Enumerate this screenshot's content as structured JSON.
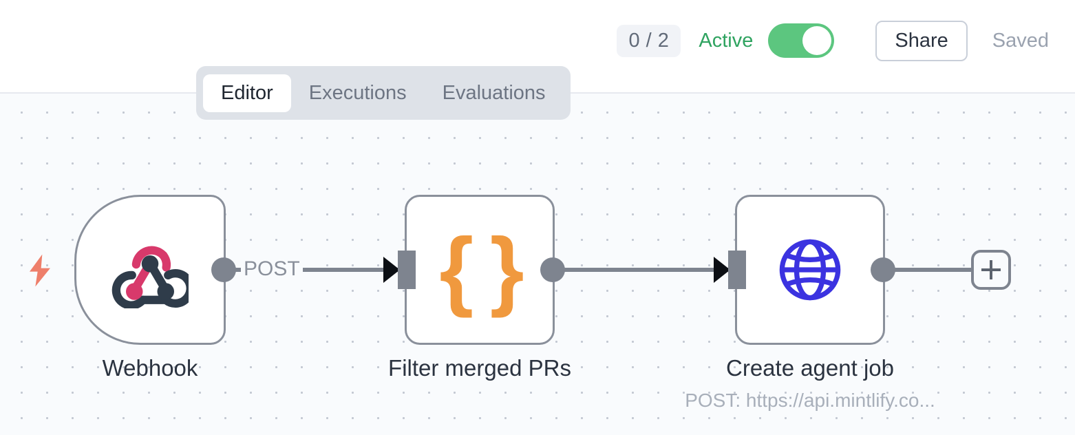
{
  "header": {
    "run_count_badge": "0 / 2",
    "active_label": "Active",
    "toggle_state": "on",
    "share_label": "Share",
    "saved_label": "Saved",
    "active_color": "#2fa360",
    "toggle_on_color": "#5cc67f"
  },
  "tabs": [
    {
      "label": "Editor",
      "active": true
    },
    {
      "label": "Executions",
      "active": false
    },
    {
      "label": "Evaluations",
      "active": false
    }
  ],
  "canvas": {
    "background_color": "#f9fbfd",
    "dot_color": "#c3c8d2",
    "trigger_bolt_icon": "lightning-bolt-icon",
    "trigger_bolt_color": "#ee7f6b",
    "add_node_button_label": "+"
  },
  "nodes": [
    {
      "id": "webhook",
      "label": "Webhook",
      "sublabel": "",
      "icon": "webhook-icon",
      "icon_colors": [
        "#d8396b",
        "#2f3c4a"
      ],
      "shape": "trigger"
    },
    {
      "id": "filter-merged-prs",
      "label": "Filter merged PRs",
      "sublabel": "",
      "icon": "code-braces-icon",
      "icon_colors": [
        "#f0993e"
      ],
      "shape": "standard"
    },
    {
      "id": "create-agent-job",
      "label": "Create agent job",
      "sublabel": "POST: https://api.mintlify.co...",
      "icon": "globe-icon",
      "icon_colors": [
        "#3b33e0"
      ],
      "shape": "standard"
    }
  ],
  "edges": [
    {
      "from": "webhook",
      "to": "filter-merged-prs",
      "label": "POST"
    },
    {
      "from": "filter-merged-prs",
      "to": "create-agent-job",
      "label": ""
    },
    {
      "from": "create-agent-job",
      "to": "add-node",
      "label": ""
    }
  ]
}
